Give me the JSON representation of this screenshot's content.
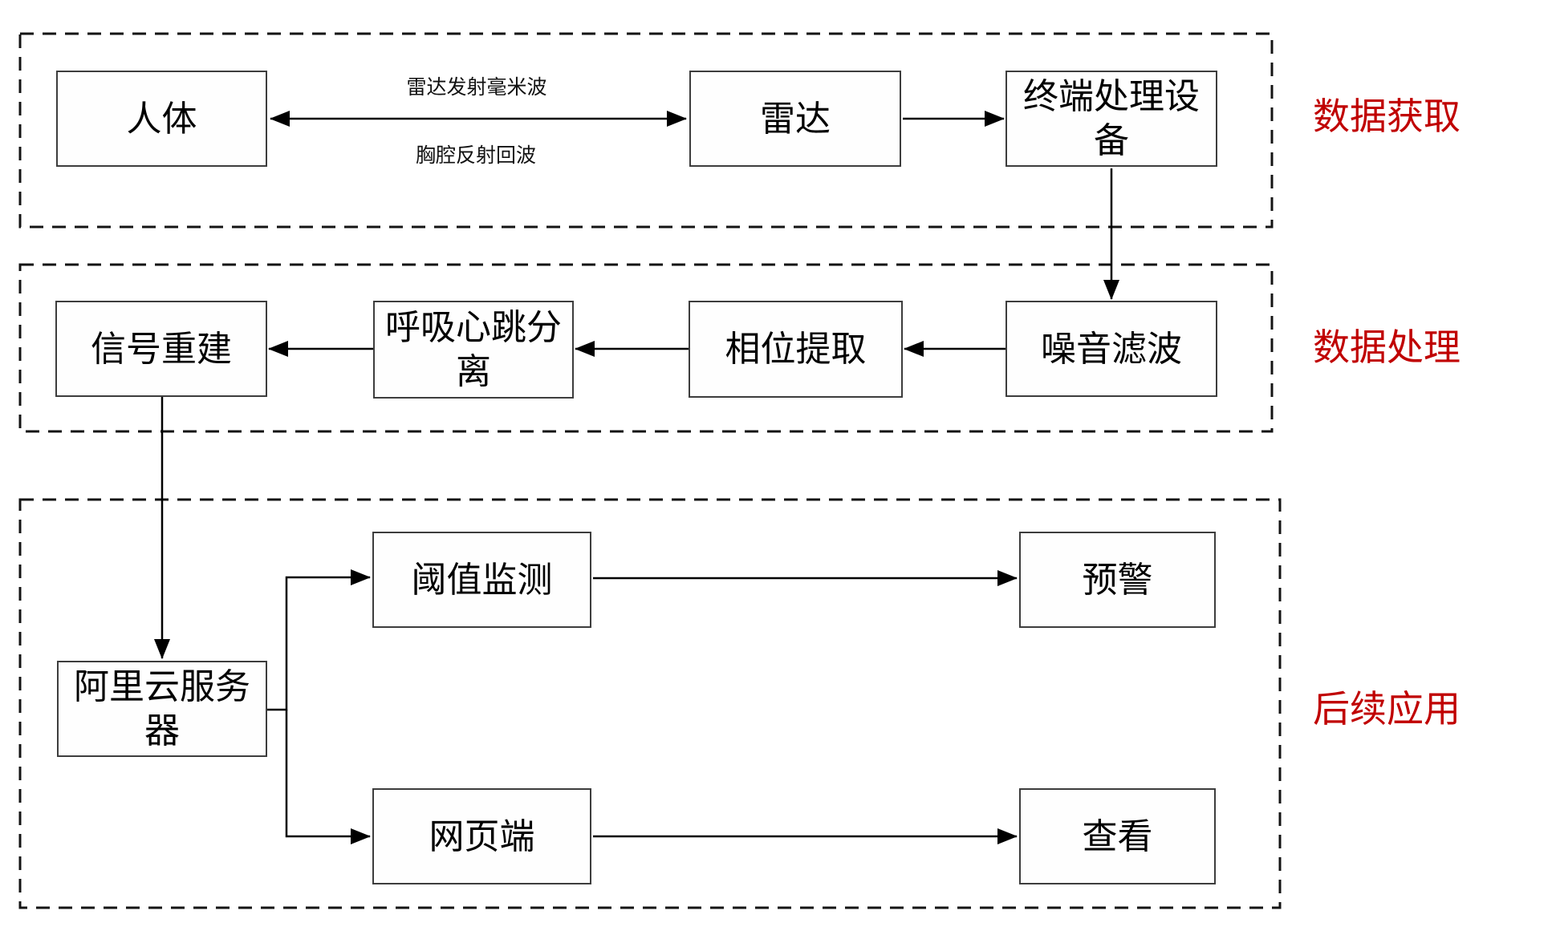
{
  "diagram": {
    "sections": [
      {
        "id": "acquisition",
        "label": "数据获取"
      },
      {
        "id": "processing",
        "label": "数据处理"
      },
      {
        "id": "application",
        "label": "后续应用"
      }
    ],
    "nodes": {
      "human": {
        "label": "人体"
      },
      "radar": {
        "label": "雷达"
      },
      "terminal": {
        "label": "终端处理设\n备"
      },
      "signal_rebuild": {
        "label": "信号重建"
      },
      "breath_heart_sep": {
        "label": "呼吸心跳分\n离"
      },
      "phase_extract": {
        "label": "相位提取"
      },
      "noise_filter": {
        "label": "噪音滤波"
      },
      "aliyun_server": {
        "label": "阿里云服务\n器"
      },
      "threshold": {
        "label": "阈值监测"
      },
      "warning": {
        "label": "预警"
      },
      "web_client": {
        "label": "网页端"
      },
      "view": {
        "label": "查看"
      }
    },
    "edge_labels": {
      "radar_emit": "雷达发射毫米波",
      "chest_echo": "胸腔反射回波"
    },
    "colors": {
      "section_label": "#c00000",
      "line": "#000000",
      "box_border": "#3d3d3d"
    }
  }
}
